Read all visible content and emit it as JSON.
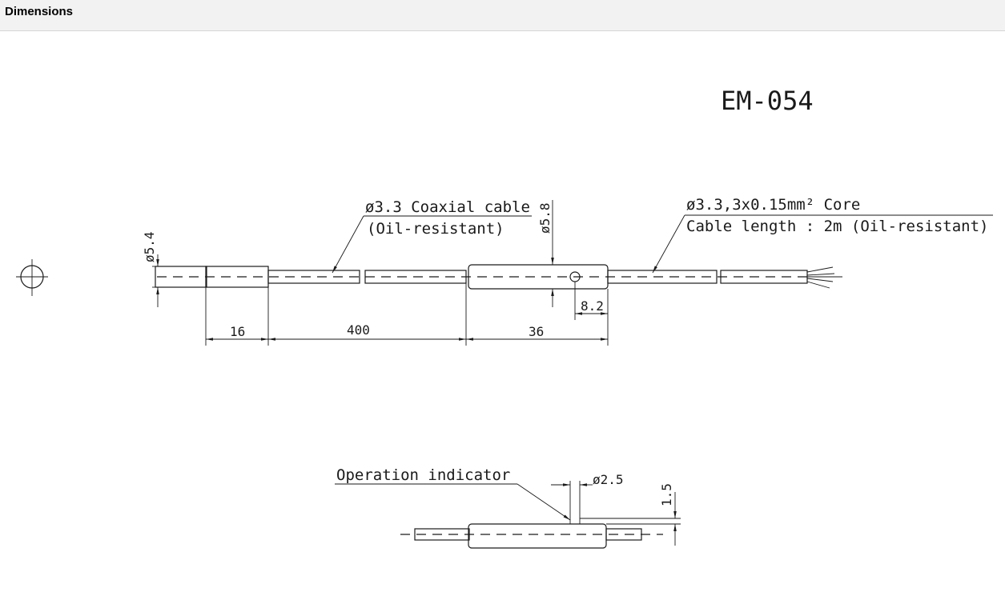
{
  "header": {
    "title": "Dimensions"
  },
  "drawing": {
    "model": "EM-054",
    "cable1_label_line1": "ø3.3 Coaxial cable",
    "cable1_label_line2": "(Oil-resistant)",
    "cable2_label_line1": "ø3.3,3x0.15mm² Core",
    "cable2_label_line2": "Cable length : 2m (Oil-resistant)",
    "dim_d54": "ø5.4",
    "dim_d58": "ø5.8",
    "dim_16": "16",
    "dim_400": "400",
    "dim_36": "36",
    "dim_82": "8.2",
    "indicator_label": "Operation indicator",
    "dim_d25": "ø2.5",
    "dim_15": "1.5"
  }
}
